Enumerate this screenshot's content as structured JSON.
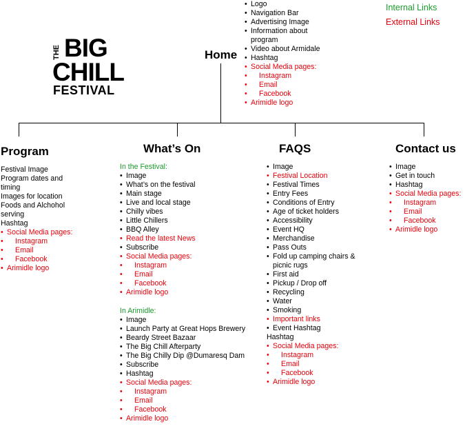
{
  "legend": {
    "internal": "Internal Links",
    "external": "External Links",
    "internal_color": "#1a9b2a",
    "external_color": "#e8000b"
  },
  "logo": {
    "the": "THE",
    "big": "BIG",
    "chill": "CHILL",
    "festival": "FESTIVAL"
  },
  "home": {
    "title": "Home",
    "items": [
      {
        "text": "Logo",
        "type": "internal"
      },
      {
        "text": "Navigation Bar",
        "type": "internal"
      },
      {
        "text": "Advertising Image",
        "type": "internal"
      },
      {
        "text": "Information about program",
        "type": "internal"
      },
      {
        "text": "Video about Armidale",
        "type": "internal"
      },
      {
        "text": "Hashtag",
        "type": "internal"
      },
      {
        "text": "Social Media pages:",
        "type": "external"
      },
      {
        "text": "Instagram",
        "type": "external",
        "sub": true
      },
      {
        "text": "Email",
        "type": "external",
        "sub": true
      },
      {
        "text": "Facebook",
        "type": "external",
        "sub": true
      },
      {
        "text": "Arimidle logo",
        "type": "external"
      }
    ]
  },
  "program": {
    "title": "Program",
    "plain": [
      "Festival Image",
      "Program dates and timing",
      "Images for location",
      "Foods and Alchohol serving",
      "Hashtag"
    ],
    "items": [
      {
        "text": "Social Media pages:",
        "type": "external"
      },
      {
        "text": "Instagram",
        "type": "external",
        "sub": true
      },
      {
        "text": "Email",
        "type": "external",
        "sub": true
      },
      {
        "text": "Facebook",
        "type": "external",
        "sub": true
      },
      {
        "text": "Arimidle logo",
        "type": "external"
      }
    ]
  },
  "whats_on": {
    "title": "What’s On",
    "festival_label": "In the Festival:",
    "festival_items": [
      {
        "text": "Image",
        "type": "internal"
      },
      {
        "text": "What’s on the festival",
        "type": "internal"
      },
      {
        "text": "Main stage",
        "type": "internal"
      },
      {
        "text": "Live and local stage",
        "type": "internal"
      },
      {
        "text": "Chilly vibes",
        "type": "internal"
      },
      {
        "text": "Little Chillers",
        "type": "internal"
      },
      {
        "text": "BBQ Alley",
        "type": "internal"
      },
      {
        "text": "Read the latest News",
        "type": "external"
      },
      {
        "text": "Subscribe",
        "type": "internal"
      },
      {
        "text": "Social Media pages:",
        "type": "external"
      },
      {
        "text": "Instagram",
        "type": "external",
        "sub": true
      },
      {
        "text": "Email",
        "type": "external",
        "sub": true
      },
      {
        "text": "Facebook",
        "type": "external",
        "sub": true
      },
      {
        "text": "Arimidle logo",
        "type": "external"
      }
    ],
    "armidale_label": "In Arimidle:",
    "armidale_items": [
      {
        "text": "Image",
        "type": "internal"
      },
      {
        "text": "Launch Party at Great Hops Brewery",
        "type": "internal"
      },
      {
        "text": "Beardy Street Bazaar",
        "type": "internal"
      },
      {
        "text": "The Big Chill Afterparty",
        "type": "internal"
      },
      {
        "text": "The Big Chilly Dip @Dumaresq Dam",
        "type": "internal"
      },
      {
        "text": "Subscribe",
        "type": "internal"
      },
      {
        "text": "Hashtag",
        "type": "internal"
      },
      {
        "text": "Social Media pages:",
        "type": "external"
      },
      {
        "text": "Instagram",
        "type": "external",
        "sub": true
      },
      {
        "text": "Email",
        "type": "external",
        "sub": true
      },
      {
        "text": "Facebook",
        "type": "external",
        "sub": true
      },
      {
        "text": "Arimidle logo",
        "type": "external"
      }
    ]
  },
  "faqs": {
    "title": "FAQS",
    "items": [
      {
        "text": "Image",
        "type": "internal"
      },
      {
        "text": "Festival Location",
        "type": "external"
      },
      {
        "text": "Festival Times",
        "type": "internal"
      },
      {
        "text": "Entry Fees",
        "type": "internal"
      },
      {
        "text": "Conditions of Entry",
        "type": "internal"
      },
      {
        "text": "Age of ticket holders",
        "type": "internal"
      },
      {
        "text": "Accessibility",
        "type": "internal"
      },
      {
        "text": "Event HQ",
        "type": "internal"
      },
      {
        "text": "Merchandise",
        "type": "internal"
      },
      {
        "text": "Pass Outs",
        "type": "internal"
      },
      {
        "text": "Fold up camping chairs & picnic rugs",
        "type": "internal"
      },
      {
        "text": "First aid",
        "type": "internal"
      },
      {
        "text": "Pickup / Drop off",
        "type": "internal"
      },
      {
        "text": "Recycling",
        "type": "internal"
      },
      {
        "text": "Water",
        "type": "internal"
      },
      {
        "text": "Smoking",
        "type": "internal"
      },
      {
        "text": "Important links",
        "type": "external"
      },
      {
        "text": "Event Hashtag",
        "type": "internal"
      },
      {
        "text": "Hashtag",
        "type": "internal",
        "nobullet": true
      },
      {
        "text": "Social Media pages:",
        "type": "external"
      },
      {
        "text": "Instagram",
        "type": "external",
        "sub": true
      },
      {
        "text": "Email",
        "type": "external",
        "sub": true
      },
      {
        "text": "Facebook",
        "type": "external",
        "sub": true
      },
      {
        "text": "Arimidle logo",
        "type": "external"
      }
    ]
  },
  "contact": {
    "title": "Contact us",
    "items": [
      {
        "text": "Image",
        "type": "internal"
      },
      {
        "text": "Get in touch",
        "type": "internal"
      },
      {
        "text": "Hashtag",
        "type": "internal"
      },
      {
        "text": "Social Media pages:",
        "type": "external"
      },
      {
        "text": "Instagram",
        "type": "external",
        "sub": true
      },
      {
        "text": "Email",
        "type": "external",
        "sub": true
      },
      {
        "text": "Facebook",
        "type": "external",
        "sub": true
      },
      {
        "text": "Arimidle logo",
        "type": "external"
      }
    ]
  }
}
